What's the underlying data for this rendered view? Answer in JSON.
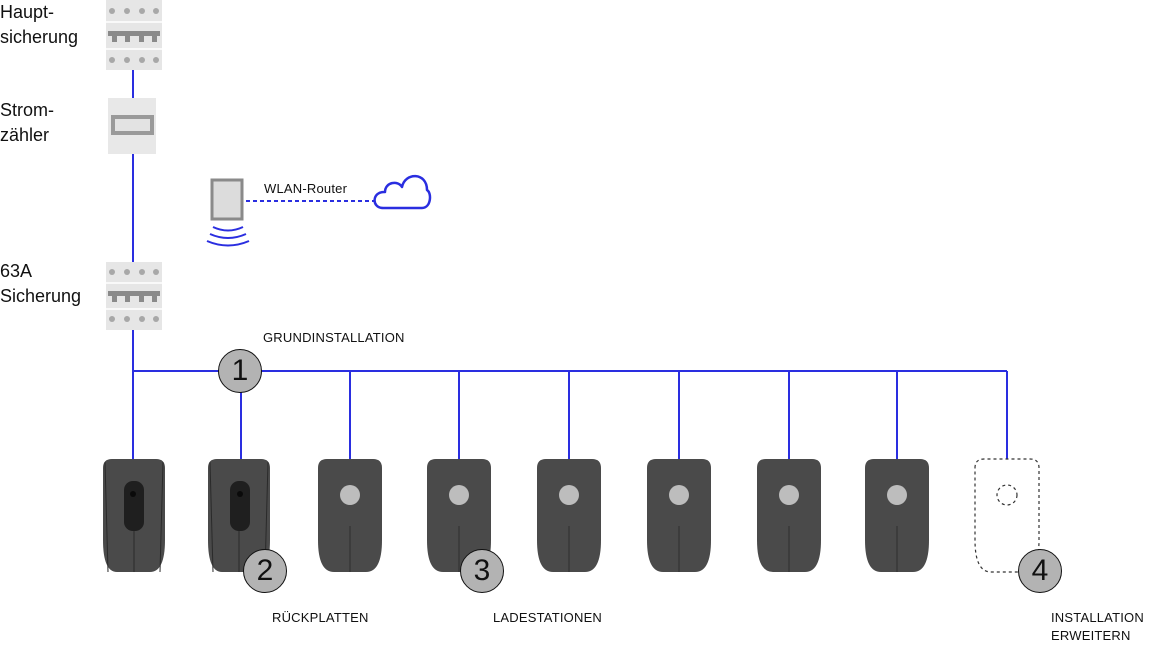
{
  "labels": {
    "main_fuse": [
      "Haupt-",
      "sicherung"
    ],
    "meter": [
      "Strom-",
      "zähler"
    ],
    "fuse_63a": [
      "63A",
      "Sicherung"
    ],
    "router": "WLAN-Router",
    "basic_install": "GRUNDINSTALLATION",
    "back_plates": "RÜCKPLATTEN",
    "charging_stations": "LADESTATIONEN",
    "extend_install": [
      "INSTALLATION",
      "ERWEITERN"
    ]
  },
  "markers": [
    "1",
    "2",
    "3",
    "4"
  ],
  "devices": {
    "back_plates": 2,
    "charging_stations": 6,
    "optional": 1
  },
  "colors": {
    "wire": "#2a2ee0",
    "device_body": "#4a4a4a",
    "device_light": "#bdbdbd",
    "marker_fill": "#b3b3b3"
  }
}
